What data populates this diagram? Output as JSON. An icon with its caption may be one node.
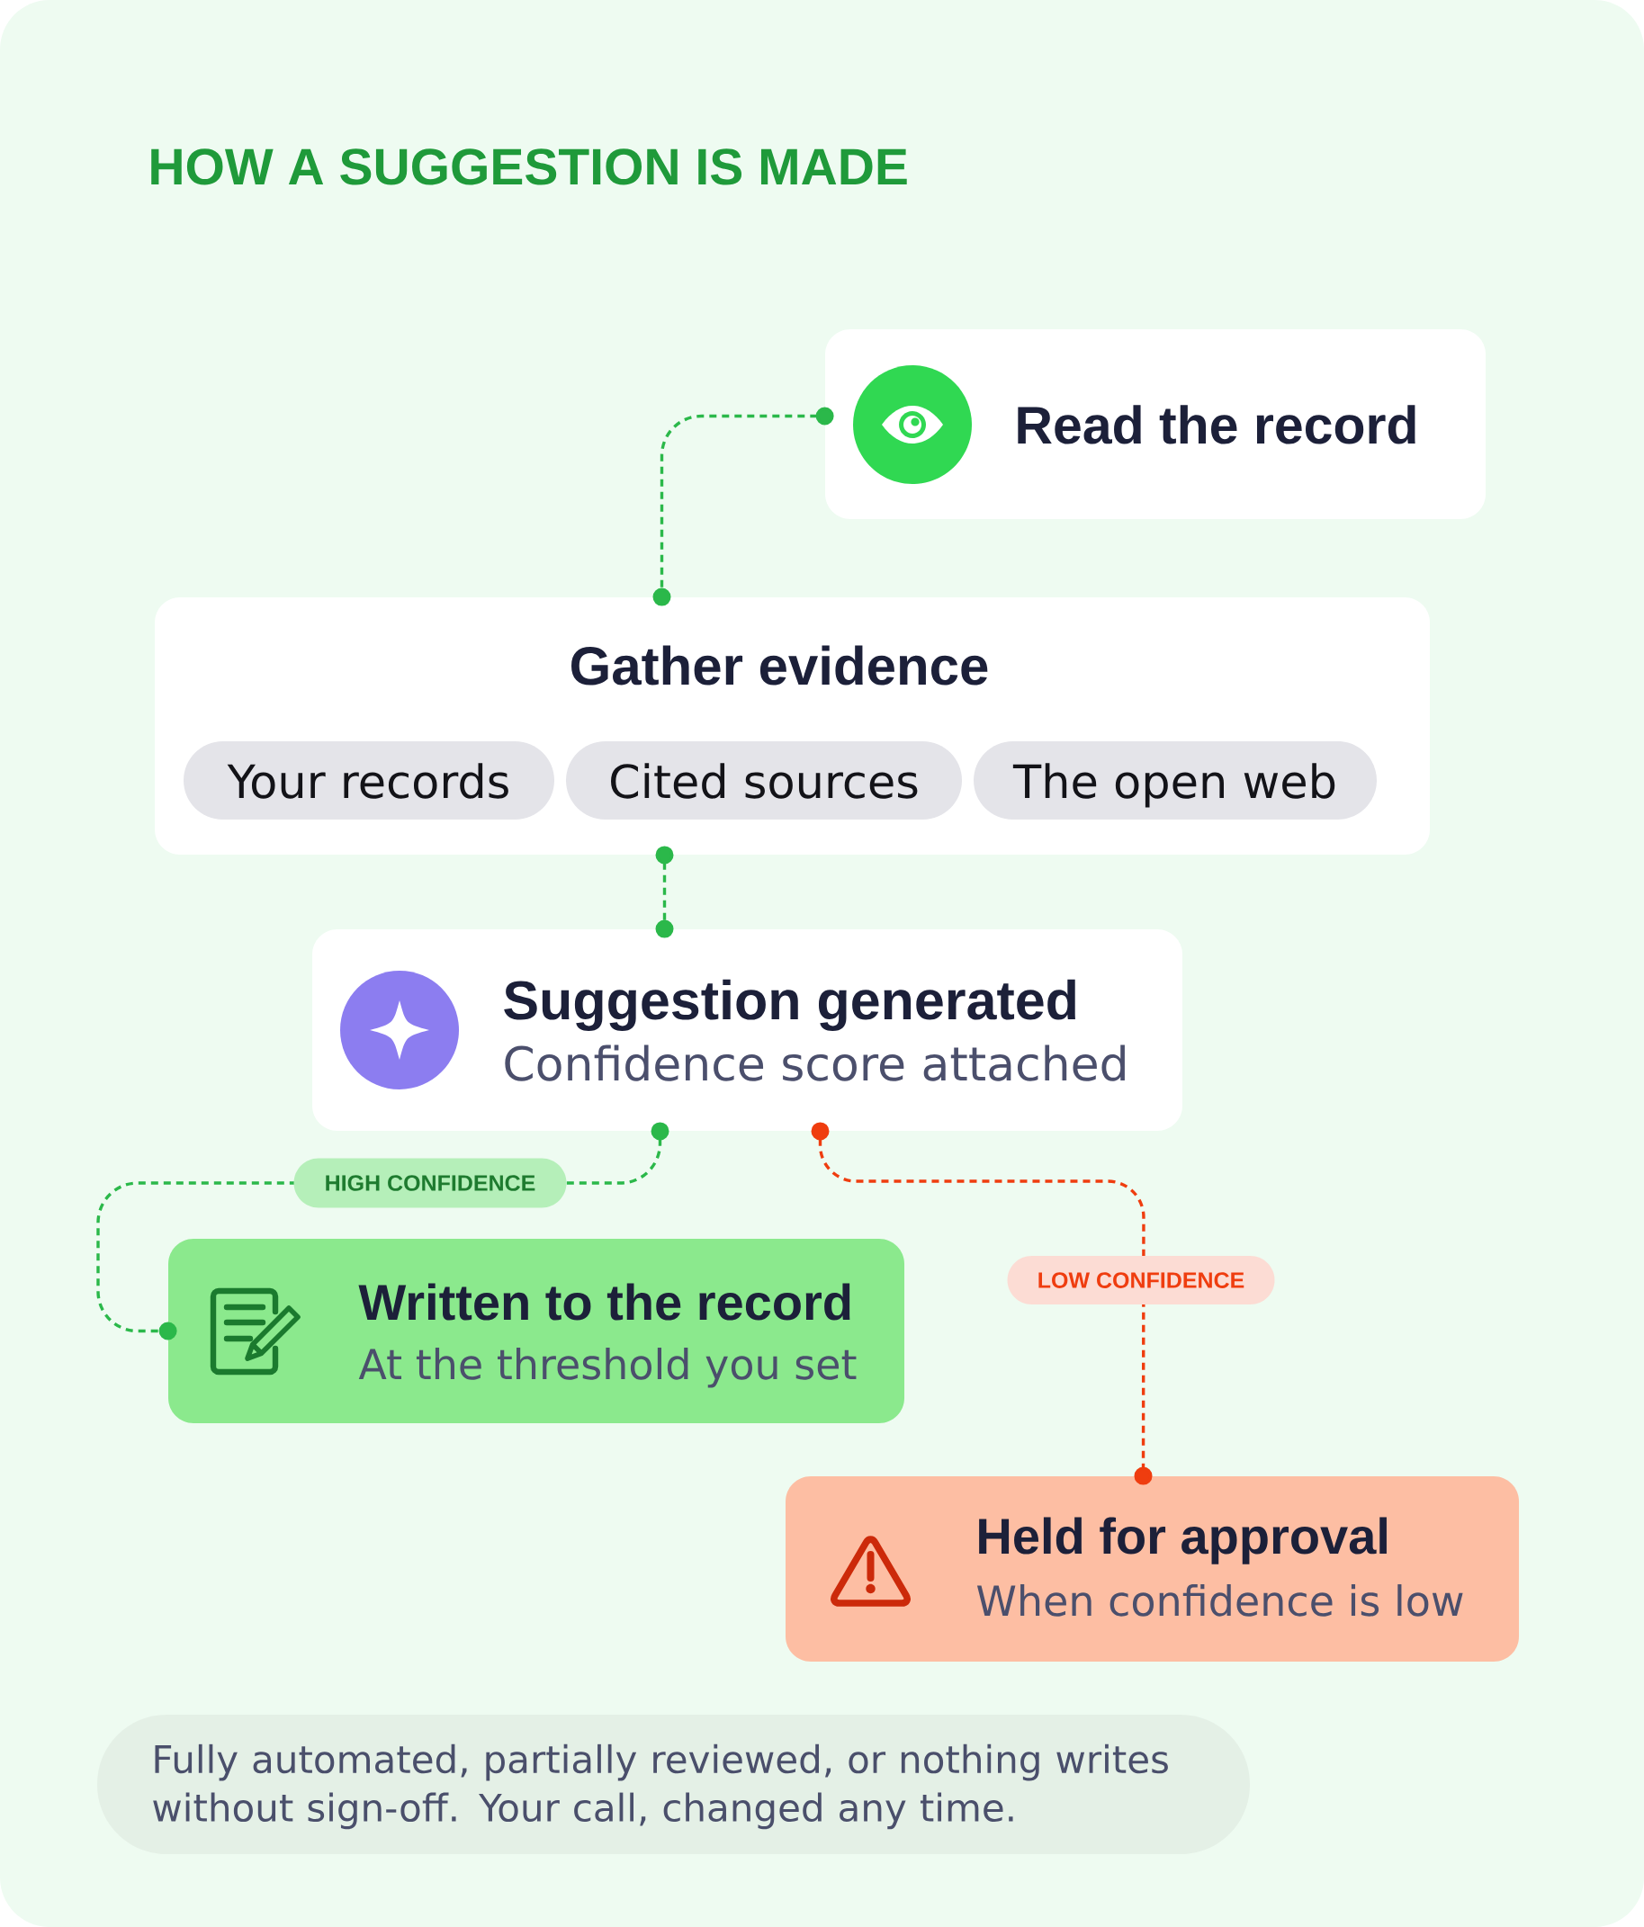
{
  "diagram": {
    "title": "HOW A SUGGESTION IS MADE",
    "nodes": [
      {
        "text": [
          "Read the record"
        ]
      },
      {
        "text": [
          "Gather evidence"
        ]
      },
      {
        "text": [
          "Your records"
        ],
        "in": 1
      },
      {
        "text": [
          "Cited sources"
        ],
        "in": 1
      },
      {
        "text": [
          "The open web"
        ],
        "in": 1
      },
      {
        "text": [
          "Suggestion generated",
          "Confidence score attached"
        ]
      },
      {
        "text": [
          "Written to the record",
          "At the threshold you set"
        ]
      },
      {
        "text": [
          "Held for approval",
          "When confidence is low"
        ]
      },
      {
        "text": [
          "Fully automated, partially reviewed, or nothing writes without sign-off. Your call, changed any time."
        ]
      }
    ],
    "edges": [
      {
        "from": 0,
        "to": 1,
        "arrow": "other",
        "style": "dashed"
      },
      {
        "from": 1,
        "to": 5,
        "arrow": "other",
        "style": "dashed"
      },
      {
        "from": 5,
        "to": 6,
        "arrow": "other",
        "style": "dashed",
        "label": "HIGH CONFIDENCE"
      },
      {
        "from": 5,
        "to": 7,
        "arrow": "other",
        "style": "dashed",
        "label": "LOW CONFIDENCE",
        "color": "#ef3d0f"
      }
    ]
  }
}
